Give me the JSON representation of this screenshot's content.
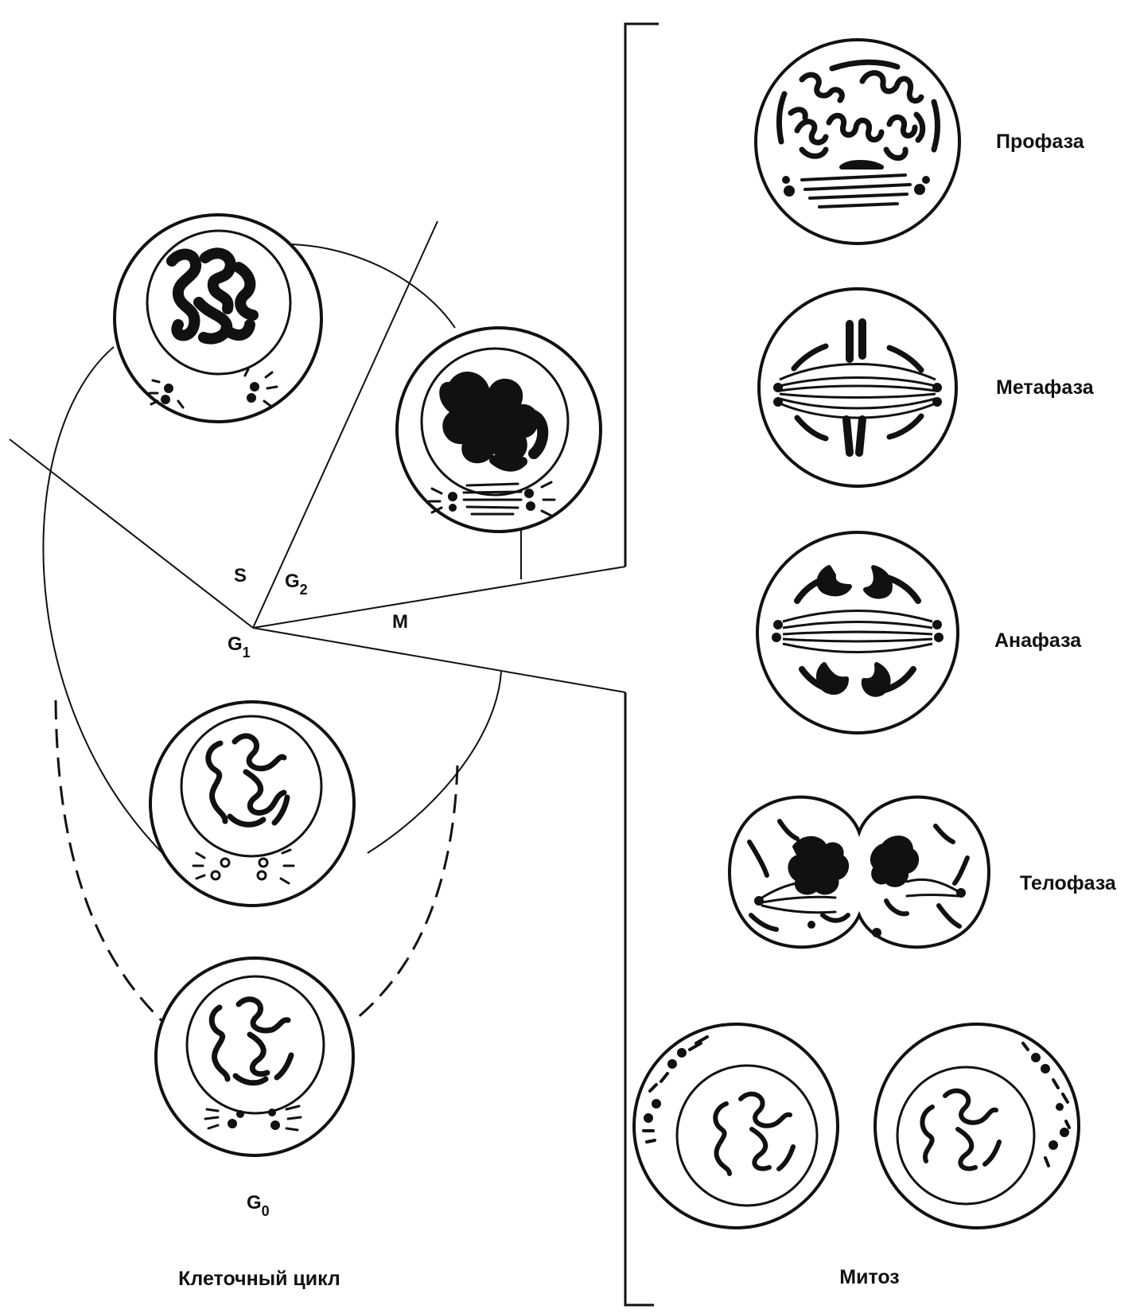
{
  "cell_cycle": {
    "caption": "Клеточный цикл",
    "phases": {
      "s": "S",
      "g2": {
        "letter": "G",
        "index": "2"
      },
      "m": "M",
      "g1": {
        "letter": "G",
        "index": "1"
      },
      "g0": {
        "letter": "G",
        "index": "0"
      }
    }
  },
  "mitosis": {
    "caption": "Митоз",
    "stages": [
      "Профаза",
      "Метафаза",
      "Анафаза",
      "Телофаза"
    ]
  },
  "colors": {
    "ink": "#111111",
    "paper": "#ffffff"
  }
}
